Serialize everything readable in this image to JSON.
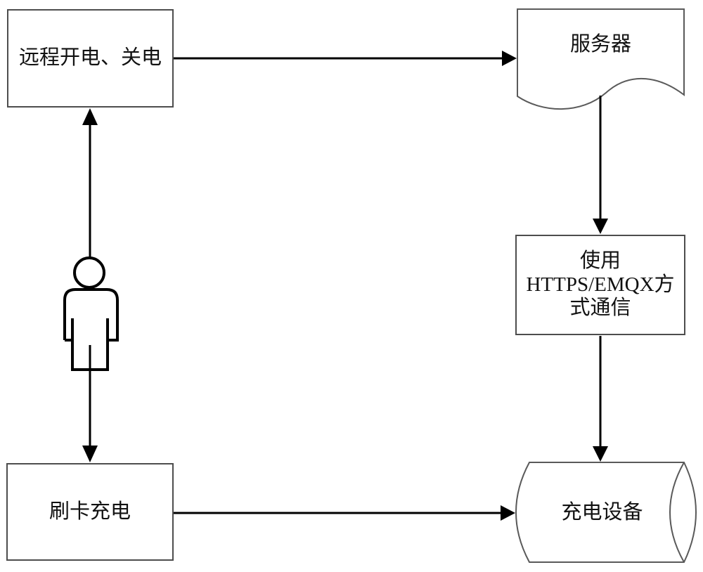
{
  "diagram": {
    "type": "flowchart",
    "background": "#ffffff",
    "colors": {
      "box_border": "#4d4d4d",
      "shape_stroke": "#5a5a5a",
      "arrow": "#000000",
      "text": "#111111"
    },
    "nodes": {
      "remote": {
        "label": "远程开电、关电",
        "shape": "rectangle"
      },
      "server": {
        "label": "服务器",
        "shape": "document"
      },
      "comm": {
        "label": "使用HTTPS/EMQX方\n式通信",
        "shape": "rectangle"
      },
      "card": {
        "label": "刷卡充电",
        "shape": "rectangle"
      },
      "device": {
        "label": "充电设备",
        "shape": "cylinder"
      },
      "user": {
        "label": "",
        "shape": "person-icon"
      }
    },
    "edges": [
      {
        "from": "remote",
        "to": "server",
        "direction": "right"
      },
      {
        "from": "server",
        "to": "comm",
        "direction": "down"
      },
      {
        "from": "comm",
        "to": "device",
        "direction": "down"
      },
      {
        "from": "card",
        "to": "device",
        "direction": "right"
      },
      {
        "from": "user",
        "to": "remote",
        "direction": "up"
      },
      {
        "from": "user",
        "to": "card",
        "direction": "down"
      }
    ]
  }
}
